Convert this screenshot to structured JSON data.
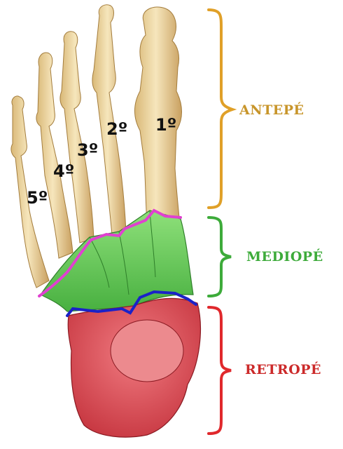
{
  "regions": [
    {
      "key": "antepe",
      "label": "ANTEPÉ",
      "color": "#c8952a"
    },
    {
      "key": "mediope",
      "label": "MEDIOPÉ",
      "color": "#3dab3a"
    },
    {
      "key": "retrope",
      "label": "RETROPÉ",
      "color": "#cc2a2a"
    }
  ],
  "digits": [
    "1º",
    "2º",
    "3º",
    "4º",
    "5º"
  ],
  "boundary_colors": {
    "antepe_mediope": "#e040d0",
    "mediope_retrope": "#1a22c8"
  },
  "bone_colors": {
    "phalanges": "#f1dba6",
    "midfoot": "#6fd25a",
    "hindfoot": "#e05560"
  }
}
